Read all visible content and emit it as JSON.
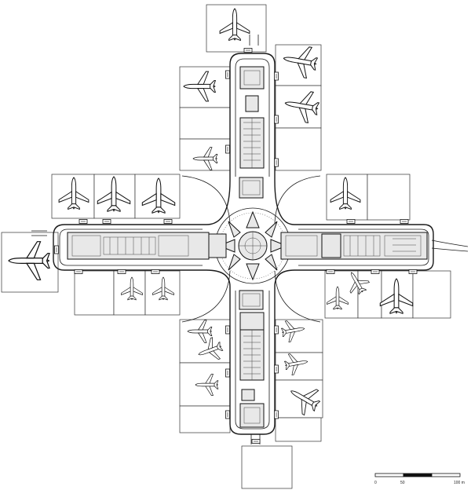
{
  "scale_bar": {
    "ticks": [
      "0",
      "50",
      "100 m"
    ]
  }
}
